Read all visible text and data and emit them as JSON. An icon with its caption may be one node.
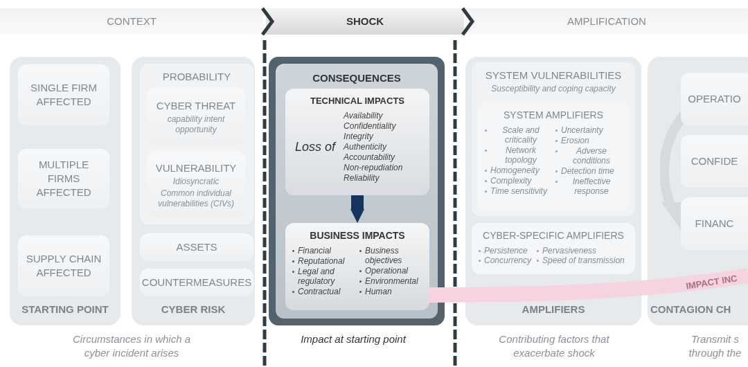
{
  "diagram": {
    "nodes": [
      {
        "text": [
          "CONTEXT"
        ]
      },
      {
        "text": [
          "SHOCK"
        ]
      },
      {
        "text": [
          "AMPLIFICATION"
        ]
      },
      {
        "text": [
          "STARTING POINT"
        ]
      },
      {
        "text": [
          "SINGLE FIRM AFFECTED"
        ],
        "in": 3
      },
      {
        "text": [
          "MULTIPLE FIRMS AFFECTED"
        ],
        "in": 3
      },
      {
        "text": [
          "SUPPLY CHAIN AFFECTED"
        ],
        "in": 3
      },
      {
        "text": [
          "CYBER RISK"
        ]
      },
      {
        "text": [
          "PROBABILITY"
        ],
        "in": 7
      },
      {
        "text": [
          "CYBER THREAT",
          "capability intent opportunity"
        ],
        "in": 8
      },
      {
        "text": [
          "VULNERABILITY",
          "Idiosyncratic",
          "Common individual vulnerabilities (CIVs)"
        ],
        "in": 8
      },
      {
        "text": [
          "ASSETS"
        ],
        "in": 7
      },
      {
        "text": [
          "COUNTERMEASURES"
        ],
        "in": 7
      },
      {
        "text": [
          "CONSEQUENCES"
        ]
      },
      {
        "text": [
          "TECHNICAL IMPACTS",
          "Loss of",
          "Availability Confidentiality Integrity Authenticity Accountability Non-repudiation Reliability"
        ],
        "in": 13
      },
      {
        "text": [
          "BUSINESS IMPACTS",
          "Financial",
          "Reputational",
          "Legal and regulatory",
          "Contractual",
          "Business objectives",
          "Operational",
          "Environmental",
          "Human"
        ],
        "in": 13
      },
      {
        "text": [
          "AMPLIFIERS"
        ]
      },
      {
        "text": [
          "SYSTEM VULNERABILITIES",
          "Susceptibility and coping capacity"
        ],
        "in": 16
      },
      {
        "text": [
          "SYSTEM AMPLIFIERS",
          "Scale and criticality",
          "Network topology",
          "Homogeneity",
          "Complexity",
          "Time sensitivity",
          "Uncertainty",
          "Erosion",
          "Adverse conditions",
          "Detection time",
          "Ineffective response"
        ],
        "in": 17
      },
      {
        "text": [
          "CYBER-SPECIFIC AMPLIFIERS",
          "Persistence",
          "Pervasiveness",
          "Concurrency",
          "Speed of transmission"
        ],
        "in": 16
      },
      {
        "text": [
          "CONTAGION CH"
        ]
      },
      {
        "text": [
          "OPERATIO"
        ],
        "in": 20
      },
      {
        "text": [
          "CONFIDE"
        ],
        "in": 20
      },
      {
        "text": [
          "FINANC"
        ],
        "in": 20
      }
    ],
    "edges": [
      {
        "from": 14,
        "to": 15,
        "arrow": "to",
        "color": "#16345c"
      },
      {
        "from": 15,
        "to": 20,
        "arrow": "none",
        "label": "IMPACT INC",
        "color": "#f5d3df"
      }
    ],
    "labels": [
      "Circumstances in which a cyber incident arises",
      "Impact at starting point",
      "Contributing factors that exacerbate shock",
      "Transmit s through the"
    ]
  }
}
